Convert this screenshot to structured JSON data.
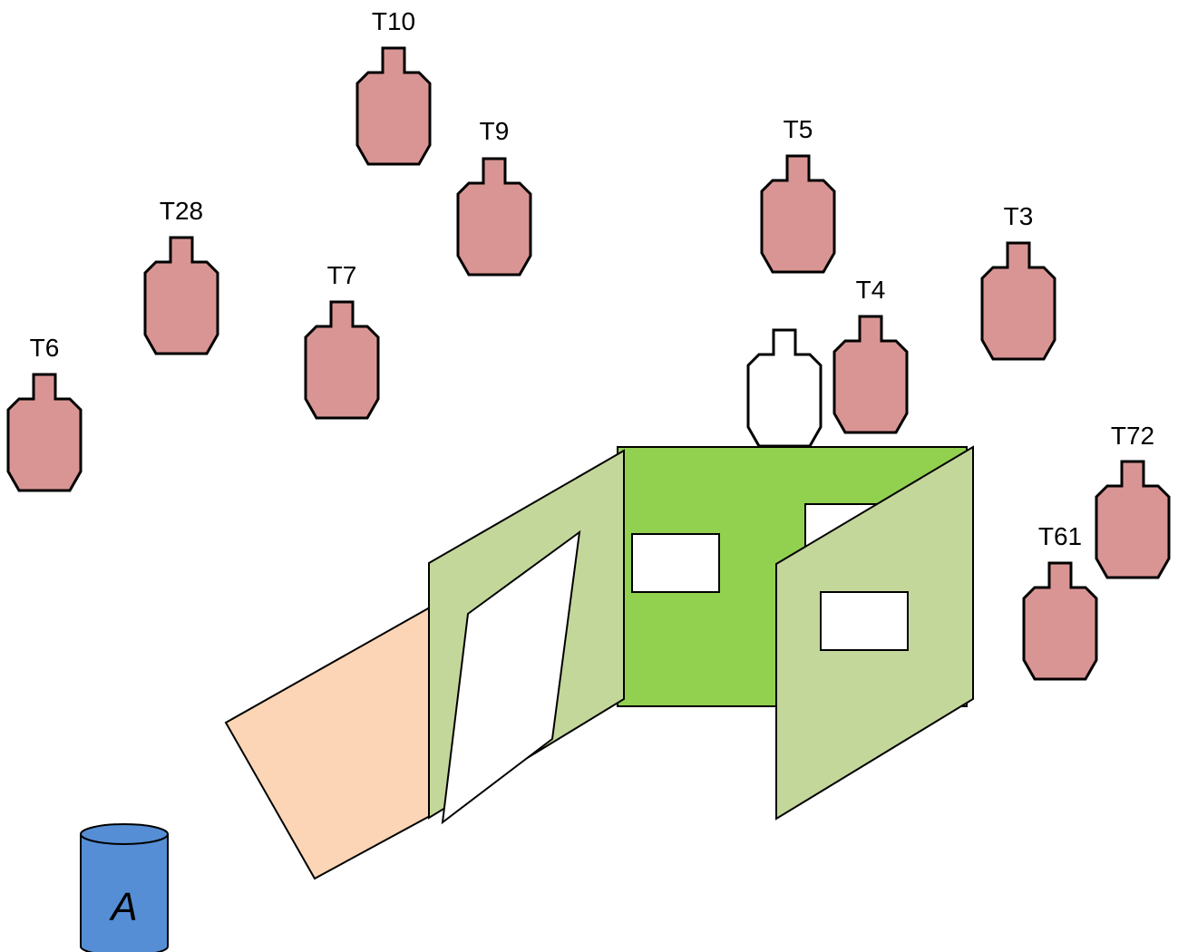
{
  "colors": {
    "target_fill": "#d99594",
    "no_shoot_fill": "#ffffff",
    "back_wall": "#92d050",
    "side_wall": "#c4d79b",
    "floor": "#fbd5b5",
    "barrel": "#558ed5"
  },
  "targets": [
    {
      "id": "t10",
      "label": "T10"
    },
    {
      "id": "t9",
      "label": "T9"
    },
    {
      "id": "t28",
      "label": "T28"
    },
    {
      "id": "t7",
      "label": "T7"
    },
    {
      "id": "t6",
      "label": "T6"
    },
    {
      "id": "t5",
      "label": "T5"
    },
    {
      "id": "t3",
      "label": "T3"
    },
    {
      "id": "t4",
      "label": "T4"
    },
    {
      "id": "t72",
      "label": "T72"
    },
    {
      "id": "t61",
      "label": "T61"
    }
  ],
  "no_shoot": {
    "id": "no-shoot",
    "label": ""
  },
  "barrel": {
    "label": "A"
  }
}
